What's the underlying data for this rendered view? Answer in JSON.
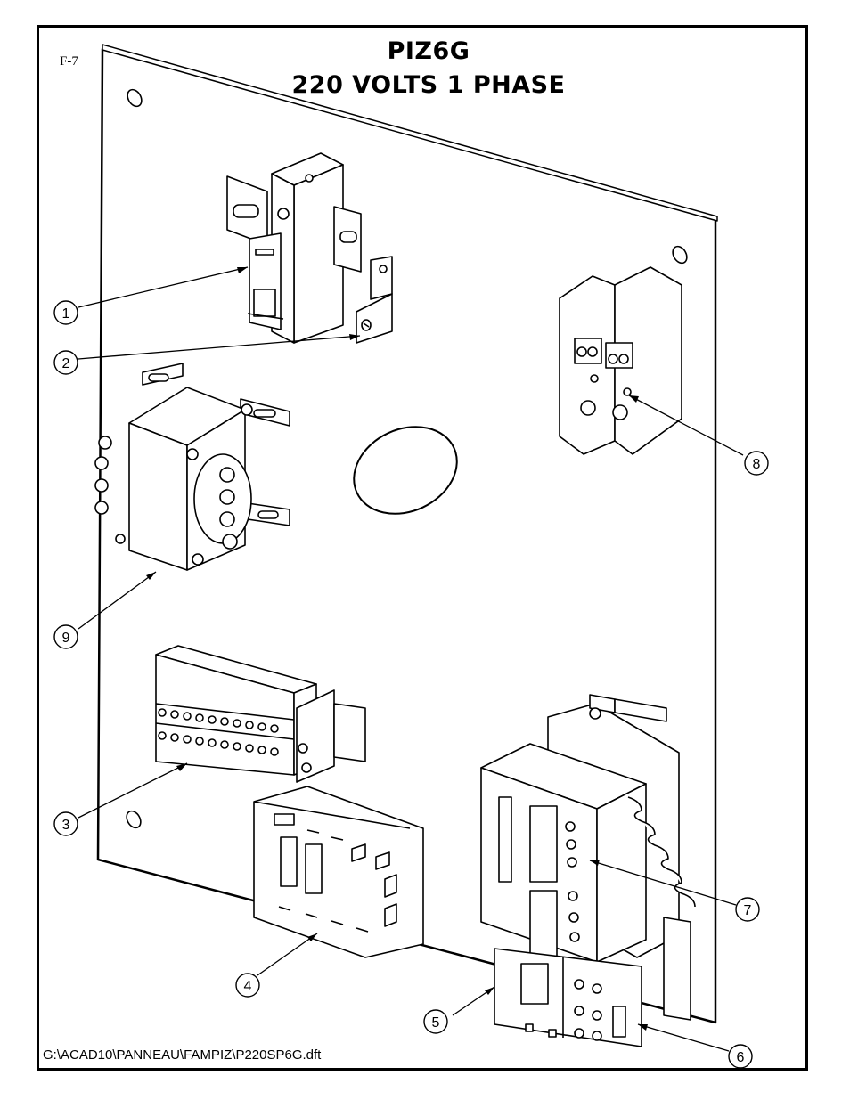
{
  "title_line1": "PIZ6G",
  "title_line2": "220 VOLTS 1 PHASE",
  "sheet_label": "F-7",
  "file_path": "G:\\ACAD10\\PANNEAU\\FAMPIZ\\P220SP6G.dft",
  "callouts": [
    "1",
    "2",
    "3",
    "4",
    "5",
    "6",
    "7",
    "8",
    "9"
  ]
}
